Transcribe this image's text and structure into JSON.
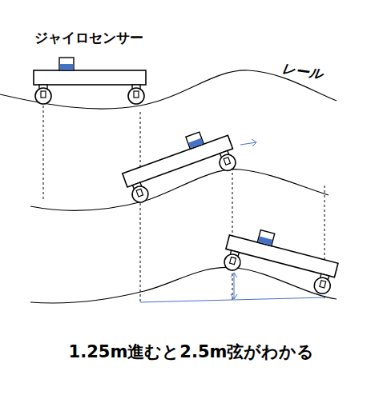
{
  "diagram": {
    "caption": "1.25m進むと2.5m弦がわかる",
    "labels": [
      "ジャイロセンサー",
      "レール"
    ]
  }
}
